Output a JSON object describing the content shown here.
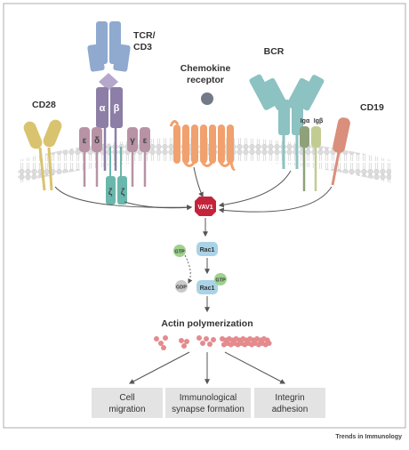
{
  "labels": {
    "tcr_line1": "TCR/",
    "tcr_line2": "CD3",
    "chemokine_line1": "Chemokine",
    "chemokine_line2": "receptor",
    "bcr": "BCR",
    "cd28": "CD28",
    "cd19": "CD19",
    "iga": "Igα",
    "igb": "Igβ",
    "alpha": "α",
    "beta": "β",
    "epsilon1": "ε",
    "delta": "δ",
    "gamma": "γ",
    "epsilon2": "ε",
    "zeta1": "ζ",
    "zeta2": "ζ",
    "vav1": "VAV1",
    "gtp1": "GTP",
    "gtp2": "GTP",
    "gdp": "GDP",
    "rac1_a": "Rac1",
    "rac1_b": "Rac1",
    "actin": "Actin polymerization",
    "footer": "Trends in Immunology"
  },
  "outcomes": [
    {
      "line1": "Cell",
      "line2": "migration"
    },
    {
      "line1": "Immunological",
      "line2": "synapse formation"
    },
    {
      "line1": "Integrin",
      "line2": "adhesion"
    }
  ],
  "colors": {
    "tcr_blue": "#8fa9cf",
    "tcr_purple": "#8c7ea6",
    "cd3_mauve": "#b793a5",
    "zeta_teal": "#6ab7ac",
    "chemokine_orange": "#f0a16e",
    "bcr_teal": "#8cc2c1",
    "cd28_yellow": "#d9c36e",
    "cd19_salmon": "#d98f7c",
    "iga_olive": "#8fa17a",
    "vav1_red": "#c4243b",
    "rac1_blue": "#a9d3e6",
    "gtp_green": "#9fd28d",
    "gdp_grey": "#c9c9c9",
    "actin_pink": "#e48b8e",
    "outcome_box": "#e3e3e3"
  }
}
